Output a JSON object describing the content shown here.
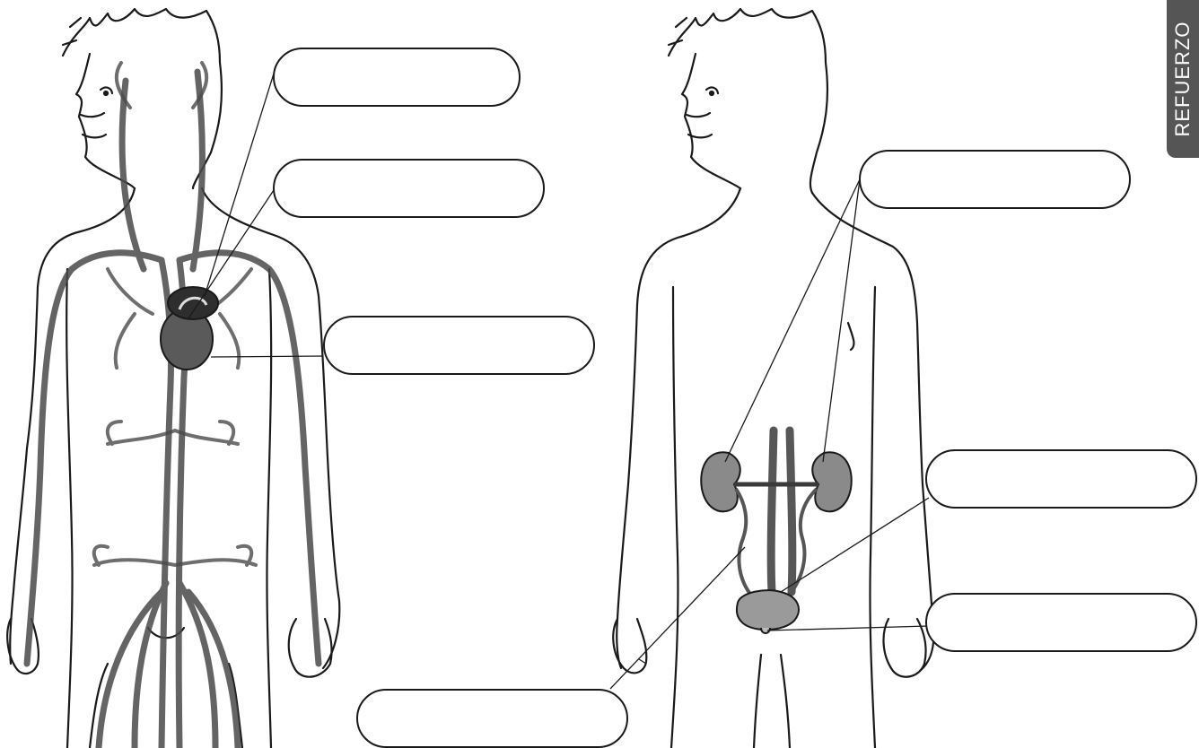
{
  "side_tab": {
    "label": "REFUERZO",
    "color": "#555555"
  },
  "colors": {
    "ink": "#1a1a1a",
    "vessel": "#4a4a4a",
    "organ": "#8a8a8a",
    "heart": "#5a5a5a"
  },
  "figures": {
    "left": {
      "diagram": "circulatory-system",
      "blank_labels": 3
    },
    "right": {
      "diagram": "urinary-system",
      "blank_labels": 4
    }
  }
}
